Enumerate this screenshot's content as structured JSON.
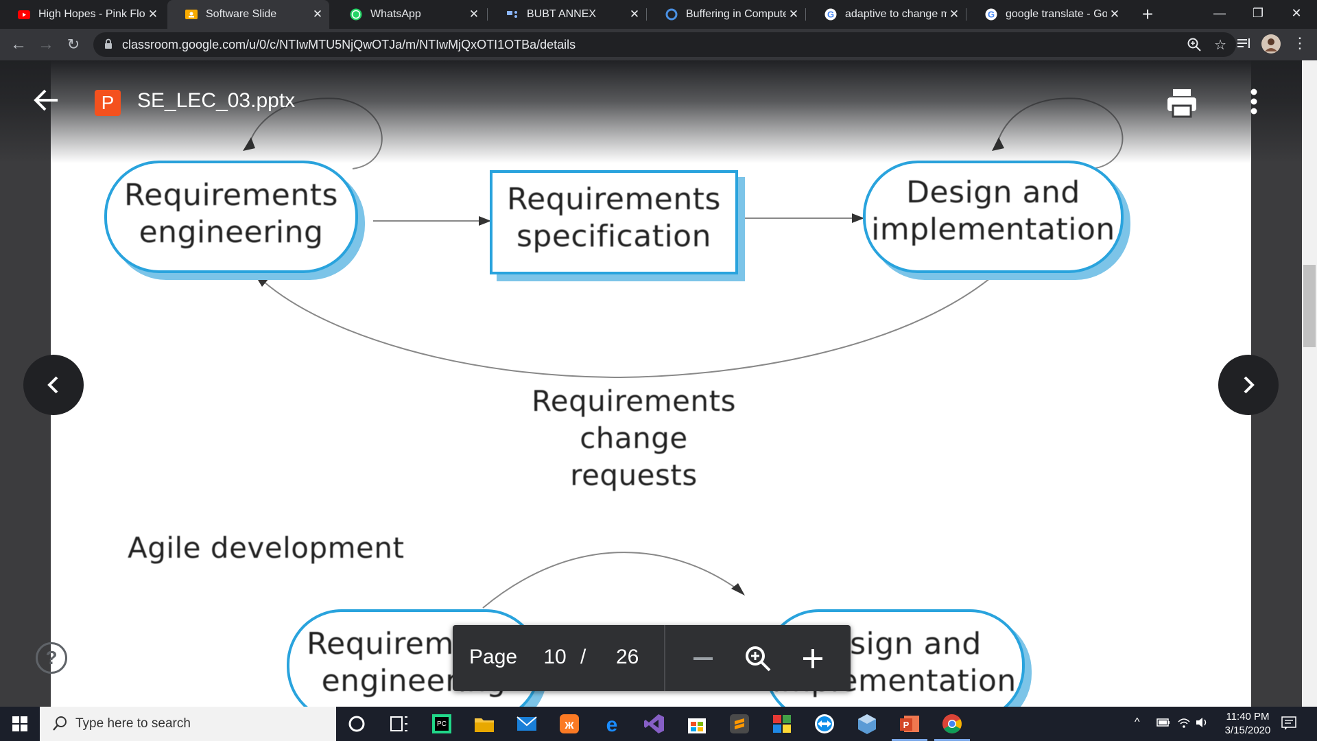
{
  "browser": {
    "tabs": [
      {
        "title": "High Hopes - Pink Floy",
        "icon": "youtube-icon"
      },
      {
        "title": "Software Slide",
        "icon": "classroom-icon",
        "active": true
      },
      {
        "title": "WhatsApp",
        "icon": "whatsapp-icon"
      },
      {
        "title": "BUBT ANNEX",
        "icon": "annex-icon"
      },
      {
        "title": "Buffering in Computers",
        "icon": "opera-icon"
      },
      {
        "title": "adaptive to change me",
        "icon": "google-icon"
      },
      {
        "title": "google translate - Goo",
        "icon": "google-icon"
      }
    ],
    "new_tab_label": "+",
    "url": "classroom.google.com/u/0/c/NTIwMTU5NjQwOTJa/m/NTIwMjQxOTI1OTBa/details"
  },
  "viewer": {
    "file_badge": "P",
    "file_name": "SE_LEC_03.pptx"
  },
  "slide": {
    "top_diagram": {
      "node1": [
        "Requirements",
        "engineering"
      ],
      "node2": [
        "Requirements",
        "specification"
      ],
      "node3": [
        "Design and",
        "implementation"
      ],
      "feedback_label": [
        "Requirements change",
        "requests"
      ]
    },
    "section_title": "Agile development",
    "bottom_diagram": {
      "node1": [
        "Requirements",
        "engineering"
      ],
      "node2": [
        "Design and",
        "implementation"
      ]
    }
  },
  "page_bar": {
    "label": "Page",
    "current": "10",
    "separator": "/",
    "total": "26"
  },
  "taskbar": {
    "search_placeholder": "Type here to search",
    "time": "11:40 PM",
    "date": "3/15/2020"
  }
}
